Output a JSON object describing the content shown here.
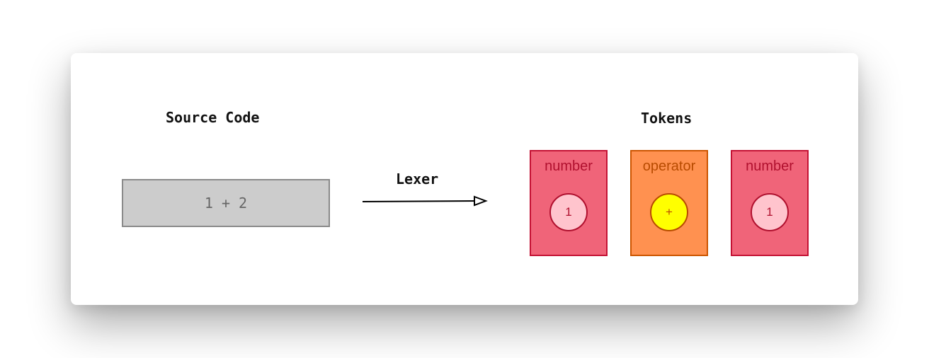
{
  "source": {
    "title": "Source Code",
    "code": "1 + 2"
  },
  "lexer": {
    "label": "Lexer"
  },
  "tokens": {
    "title": "Tokens",
    "items": [
      {
        "type": "number",
        "value": "1",
        "fill": "#f06479",
        "border": "#c41234",
        "text_color": "#b0102e",
        "circle_fill": "#ffc4cd",
        "circle_border": "#b0102e"
      },
      {
        "type": "operator",
        "value": "+",
        "fill": "#ff9150",
        "border": "#cc5500",
        "text_color": "#b84b00",
        "circle_fill": "#ffff00",
        "circle_border": "#b84b00"
      },
      {
        "type": "number",
        "value": "1",
        "fill": "#f06479",
        "border": "#c41234",
        "text_color": "#b0102e",
        "circle_fill": "#ffc4cd",
        "circle_border": "#b0102e"
      }
    ]
  }
}
